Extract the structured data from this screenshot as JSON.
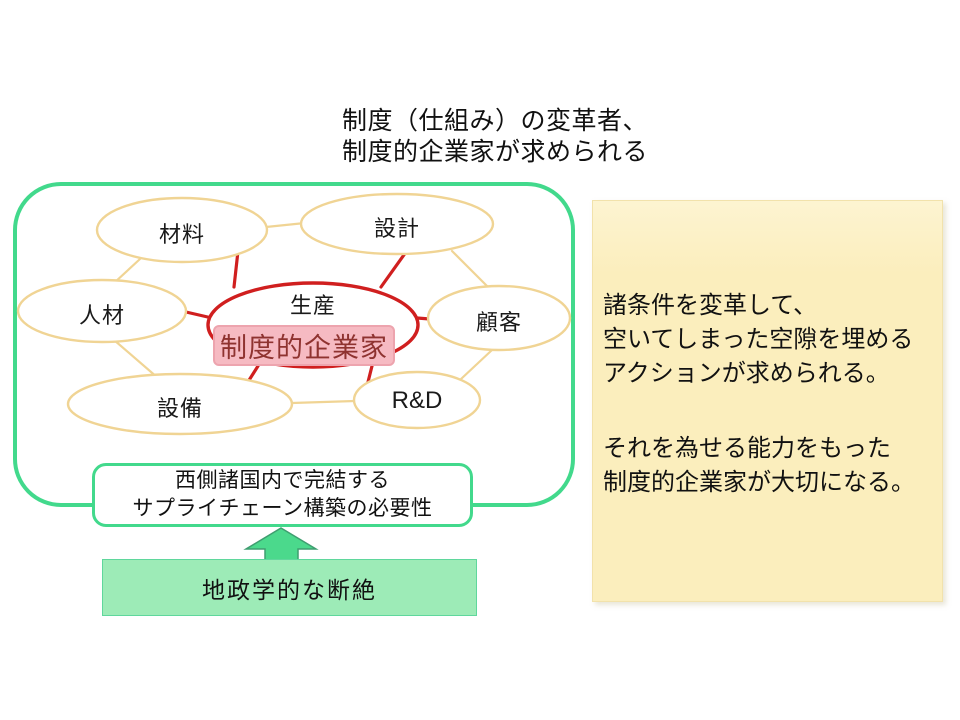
{
  "title": {
    "line1": "制度（仕組み）の変革者、",
    "line2": "制度的企業家が求められる"
  },
  "diagram": {
    "nodes": {
      "materials": "材料",
      "design": "設計",
      "hr": "人材",
      "production": "生産",
      "customer": "顧客",
      "equipment": "設備",
      "rnd": "R&D",
      "entrepreneur": "制度的企業家"
    },
    "edges": [
      "材料-設計",
      "材料-人材",
      "人材-設備",
      "設計-顧客",
      "顧客-R&D",
      "設備-R&D",
      "生産-材料",
      "生産-設計",
      "生産-人材",
      "生産-顧客",
      "生産-設備",
      "生産-R&D"
    ],
    "supply_box": {
      "line1": "西側諸国内で完結する",
      "line2": "サプライチェーン構築の必要性"
    },
    "geopolitics_box": "地政学的な断絶"
  },
  "side_panel": {
    "p1line1": "諸条件を変革して、",
    "p1line2": "空いてしまった空隙を埋める",
    "p1line3": "アクションが求められる。",
    "p2line1": "それを為せる能力をもった",
    "p2line2": "制度的企業家が大切になる。"
  },
  "colors": {
    "container_green": "#42d98c",
    "node_tan": "#f0d494",
    "production_red": "#d01f1f",
    "entrepreneur_fill": "#f6bac2",
    "entrepreneur_text": "#8f3330",
    "geo_box_fill": "#9debb7",
    "arrow_fill": "#4bd98c",
    "panel_fill": "#fbeebd"
  }
}
